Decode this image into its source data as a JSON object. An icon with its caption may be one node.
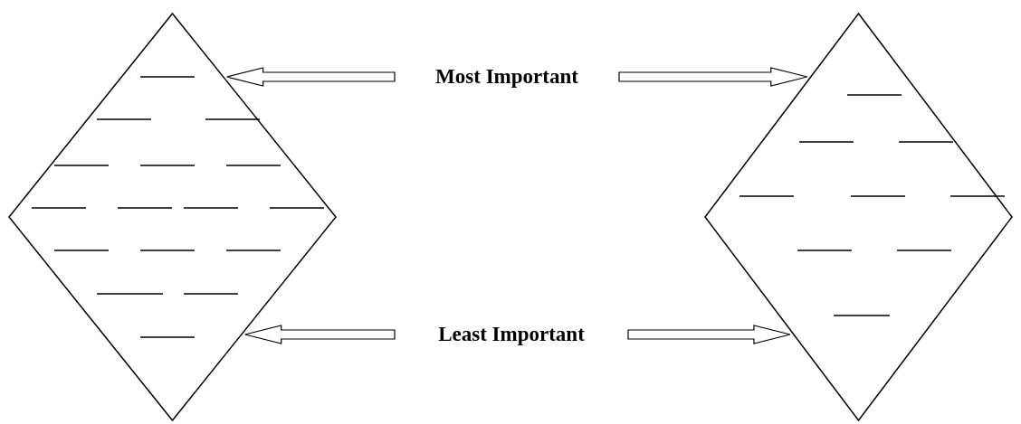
{
  "diagram": {
    "nodes": [
      {
        "text": [],
        "shape": "diamond"
      },
      {
        "text": [
          "Most Important"
        ]
      },
      {
        "text": [],
        "shape": "diamond"
      },
      {
        "text": [
          "Least Important"
        ]
      }
    ],
    "edges": [
      {
        "from": 1,
        "to": 0,
        "arrow": "to"
      },
      {
        "from": 1,
        "to": 2,
        "arrow": "to"
      },
      {
        "from": 3,
        "to": 0,
        "arrow": "to"
      },
      {
        "from": 3,
        "to": 2,
        "arrow": "to"
      }
    ]
  }
}
